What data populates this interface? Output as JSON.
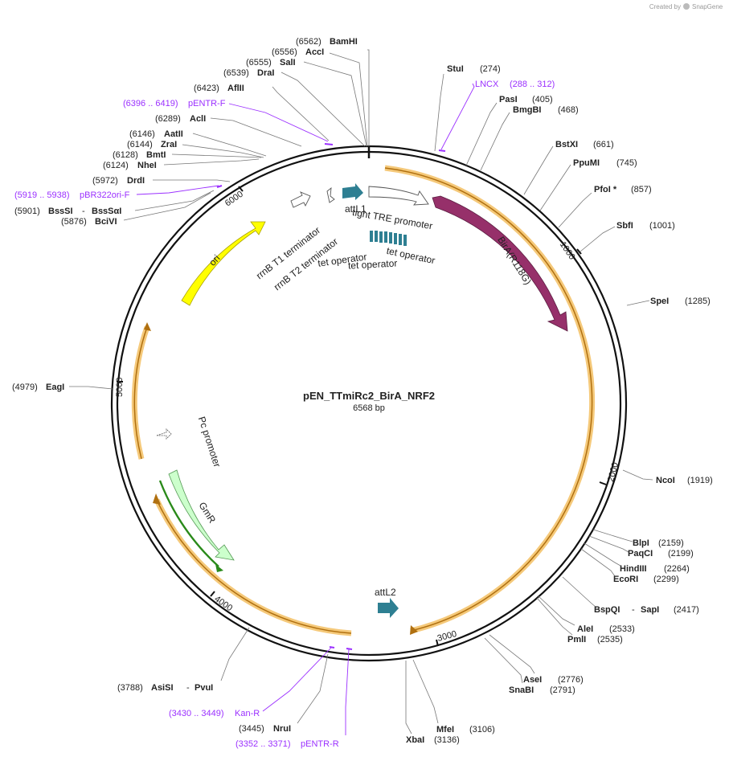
{
  "credit": {
    "prefix": "Created by",
    "brand": "SnapGene"
  },
  "plasmid": {
    "name": "pEN_TTmiRc2_BirA_NRF2",
    "length": "6568 bp"
  },
  "ticks": [
    "1000",
    "2000",
    "3000",
    "4000",
    "5000",
    "6000"
  ],
  "sites": [
    {
      "pos": "(6562)",
      "name": "BamHI"
    },
    {
      "pos": "(6556)",
      "name": "AccI"
    },
    {
      "pos": "(6555)",
      "name": "SalI"
    },
    {
      "pos": "(6539)",
      "name": "DraI"
    },
    {
      "pos": "(6423)",
      "name": "AflII"
    },
    {
      "pos": "(6289)",
      "name": "AclI"
    },
    {
      "pos": "(6146)",
      "name": "AatII"
    },
    {
      "pos": "(6144)",
      "name": "ZraI"
    },
    {
      "pos": "(6128)",
      "name": "BmtI"
    },
    {
      "pos": "(6124)",
      "name": "NheI"
    },
    {
      "pos": "(5972)",
      "name": "DrdI"
    },
    {
      "pos": "(5901)",
      "name": "BssSI",
      "sep": "-",
      "name2": "BssSαI"
    },
    {
      "pos": "(5876)",
      "name": "BciVI"
    },
    {
      "pos": "(4979)",
      "name": "EagI"
    },
    {
      "pos": "(3788)",
      "name": "AsiSI",
      "sep": "-",
      "name2": "PvuI"
    },
    {
      "pos": "(3445)",
      "name": "NruI"
    },
    {
      "pos": "(3136)",
      "name": "XbaI"
    },
    {
      "pos": "(3106)",
      "name": "MfeI"
    },
    {
      "pos": "(2791)",
      "name": "SnaBI"
    },
    {
      "pos": "(2776)",
      "name": "AseI"
    },
    {
      "pos": "(2535)",
      "name": "PmlI"
    },
    {
      "pos": "(2533)",
      "name": "AleI"
    },
    {
      "pos": "(2417)",
      "name": "BspQI",
      "sep": "-",
      "name2": "SapI"
    },
    {
      "pos": "(2299)",
      "name": "EcoRI"
    },
    {
      "pos": "(2264)",
      "name": "HindIII"
    },
    {
      "pos": "(2199)",
      "name": "PaqCI"
    },
    {
      "pos": "(2159)",
      "name": "BlpI"
    },
    {
      "pos": "(1919)",
      "name": "NcoI"
    },
    {
      "pos": "(1285)",
      "name": "SpeI"
    },
    {
      "pos": "(1001)",
      "name": "SbfI"
    },
    {
      "pos": "(857)",
      "name": "PfoI *"
    },
    {
      "pos": "(745)",
      "name": "PpuMI"
    },
    {
      "pos": "(661)",
      "name": "BstXI"
    },
    {
      "pos": "(468)",
      "name": "BmgBI"
    },
    {
      "pos": "(405)",
      "name": "PasI"
    },
    {
      "pos": "(274)",
      "name": "StuI"
    }
  ],
  "primers": [
    {
      "range": "(6396 .. 6419)",
      "name": "pENTR-F"
    },
    {
      "range": "(5919 .. 5938)",
      "name": "pBR322ori-F"
    },
    {
      "range": "(288 .. 312)",
      "name": "LNCX"
    },
    {
      "range": "(3430 .. 3449)",
      "name": "Kan-R"
    },
    {
      "range": "(3352 .. 3371)",
      "name": "pENTR-R"
    }
  ],
  "features": {
    "attl1": "attL1",
    "tre": "tight TRE promoter",
    "birA": "BirA(R118G)",
    "tetop1": "tet operator",
    "tetop2": "tet operator",
    "tetop3": "tet operator",
    "rrnb1": "rrnB T1 terminator",
    "rrnb2": "rrnB T2 terminator",
    "ori": "ori",
    "pc": "Pc promoter",
    "gmr": "GmR",
    "attl2": "attL2"
  },
  "colors": {
    "birA": "#96306a",
    "ori": "#ffff00",
    "gmr": "#ccffcc",
    "att": "#2e7f92",
    "orf": "#f5c97a",
    "primer": "#9b30ff"
  }
}
